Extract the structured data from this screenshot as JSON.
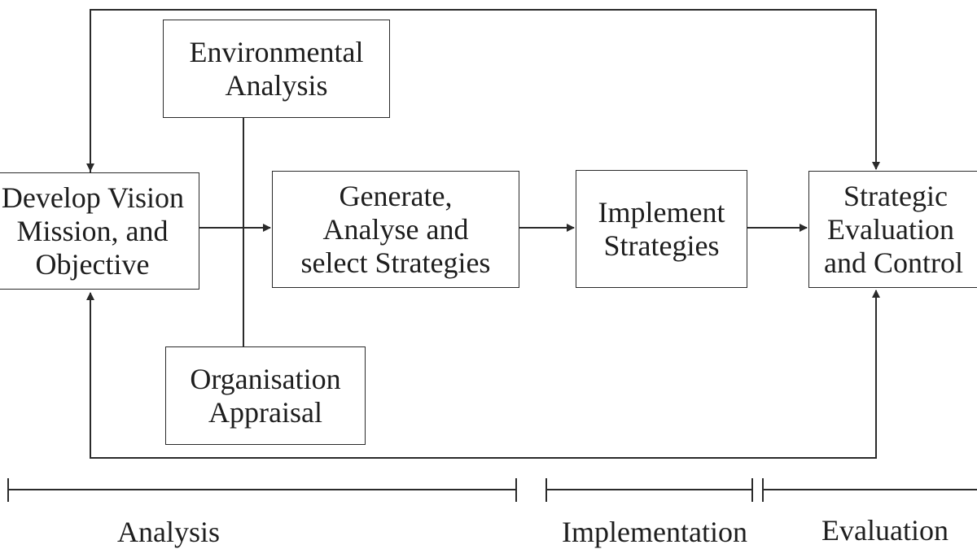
{
  "boxes": {
    "environmental": {
      "line1": "Environmental",
      "line2": "Analysis"
    },
    "develop": {
      "line1": "Develop Vision",
      "line2": "Mission, and",
      "line3": "Objective"
    },
    "generate": {
      "line1": "Generate,",
      "line2": "Analyse and",
      "line3": "select Strategies"
    },
    "implement": {
      "line1": "Implement",
      "line2": "Strategies"
    },
    "evaluation": {
      "line1": "Strategic",
      "line2": "Evaluation",
      "line3": "and Control"
    },
    "organisation": {
      "line1": "Organisation",
      "line2": "Appraisal"
    }
  },
  "phases": {
    "analysis": "Analysis",
    "implementation": "Implementation",
    "evaluation": "Evaluation"
  },
  "colors": {
    "stroke": "#2a2a2a",
    "text": "#1e1e1e",
    "background": "#ffffff"
  }
}
